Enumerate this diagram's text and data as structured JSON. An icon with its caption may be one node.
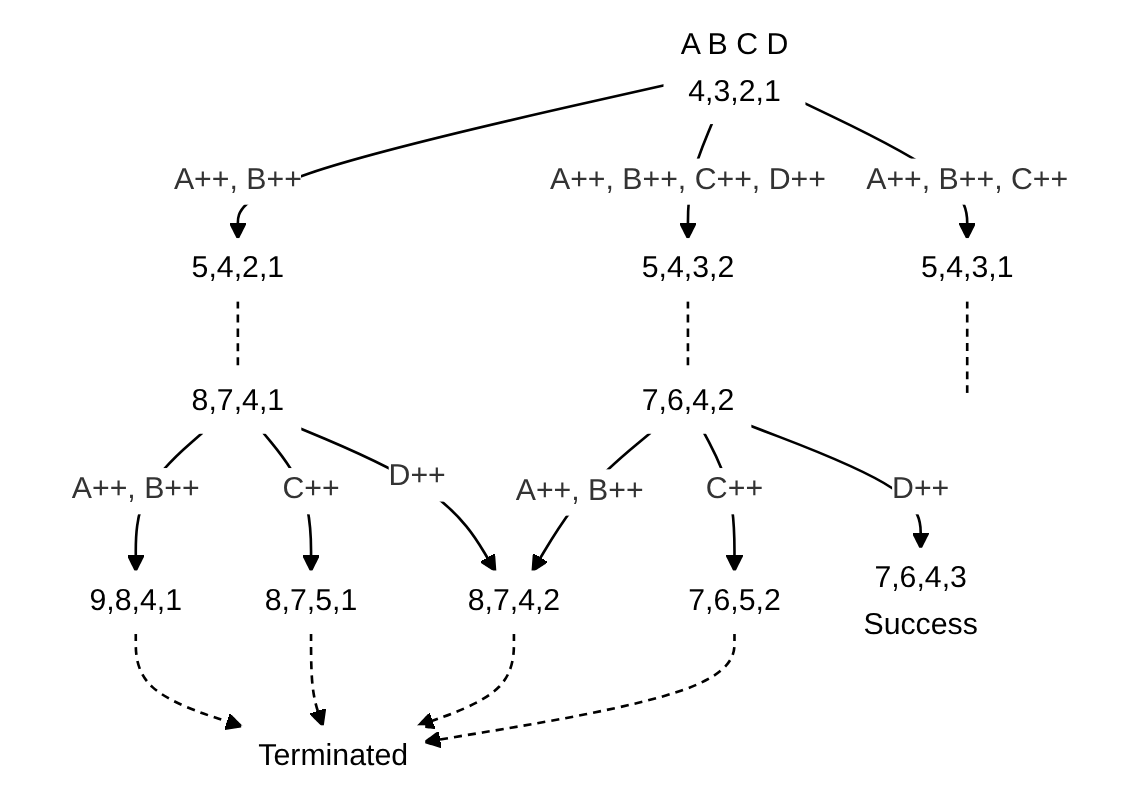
{
  "diagram": {
    "nodes": [
      {
        "text": [
          "A B C D",
          "4,3,2,1"
        ]
      },
      {
        "text": [
          "5,4,2,1"
        ]
      },
      {
        "text": [
          "5,4,3,1"
        ]
      },
      {
        "text": [
          "5,4,3,2"
        ]
      },
      {
        "text": [
          "8,7,4,1"
        ]
      },
      {
        "text": [
          "7,6,4,2"
        ]
      },
      {
        "text": [
          "9,8,4,1"
        ]
      },
      {
        "text": [
          "8,7,5,1"
        ]
      },
      {
        "text": [
          "8,7,4,2"
        ]
      },
      {
        "text": [
          "7,6,5,2"
        ]
      },
      {
        "text": [
          "7,6,4,3",
          "Success"
        ]
      },
      {
        "text": [
          "Terminated"
        ]
      }
    ],
    "edges": [
      {
        "from": 0,
        "to": 1,
        "arrow": "to",
        "label": "A++, B++"
      },
      {
        "from": 0,
        "to": 2,
        "arrow": "to",
        "label": "A++, B++, C++"
      },
      {
        "from": 0,
        "to": 3,
        "arrow": "to",
        "label": "A++, B++, C++, D++"
      },
      {
        "from": 1,
        "to": 4,
        "arrow": "none",
        "style": "dashed"
      },
      {
        "from": 2,
        "to": null,
        "arrow": "none",
        "style": "dashed"
      },
      {
        "from": 3,
        "to": 5,
        "arrow": "none",
        "style": "dashed"
      },
      {
        "from": 4,
        "to": 6,
        "arrow": "to",
        "label": "A++, B++"
      },
      {
        "from": 4,
        "to": 7,
        "arrow": "to",
        "label": "C++"
      },
      {
        "from": 4,
        "to": 8,
        "arrow": "to",
        "label": "D++"
      },
      {
        "from": 5,
        "to": 8,
        "arrow": "to",
        "label": "A++, B++"
      },
      {
        "from": 5,
        "to": 9,
        "arrow": "to",
        "label": "C++"
      },
      {
        "from": 5,
        "to": 10,
        "arrow": "to",
        "label": "D++"
      },
      {
        "from": 6,
        "to": 11,
        "arrow": "to",
        "style": "dashed"
      },
      {
        "from": 7,
        "to": 11,
        "arrow": "to",
        "style": "dashed"
      },
      {
        "from": 8,
        "to": 11,
        "arrow": "to",
        "style": "dashed"
      },
      {
        "from": 9,
        "to": 11,
        "arrow": "to",
        "style": "dashed"
      }
    ]
  }
}
